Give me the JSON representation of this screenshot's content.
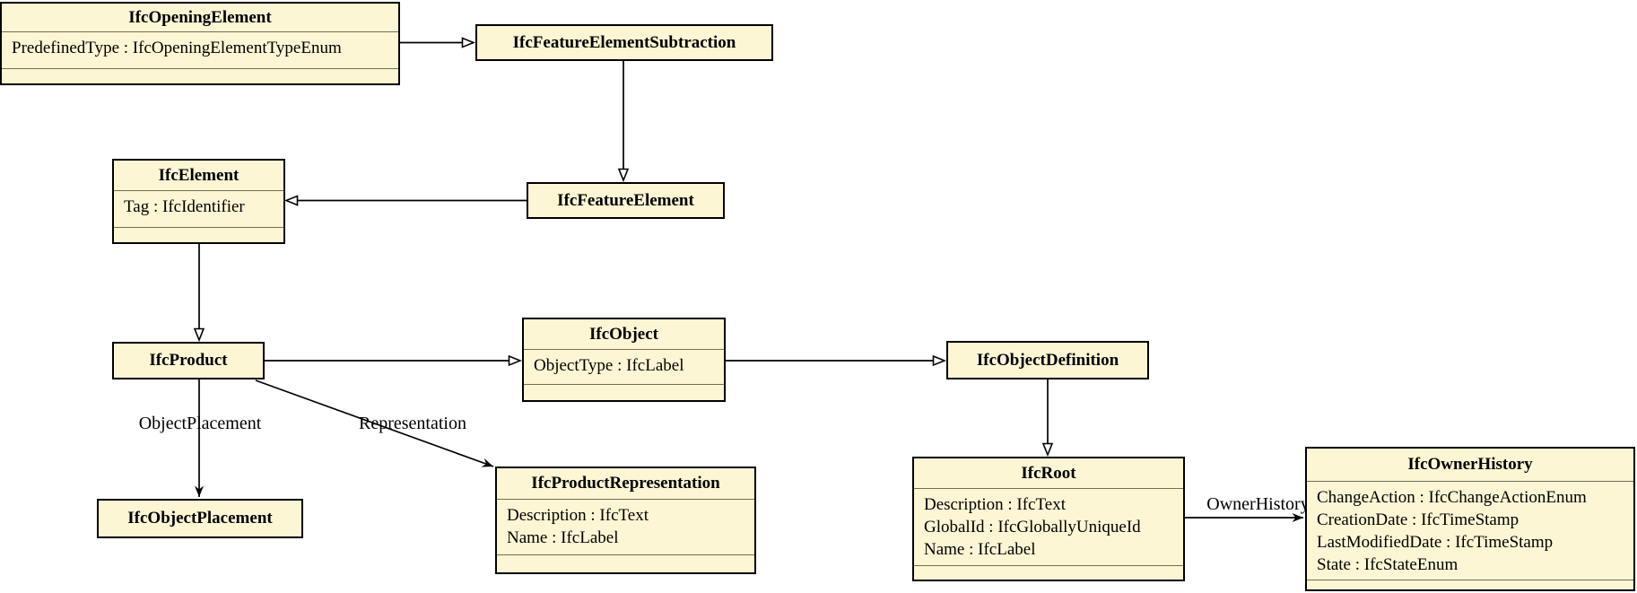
{
  "diagram": {
    "kind": "UML class diagram (IFC schema inheritance and associations)",
    "colors": {
      "node_fill": "#fcf6d4",
      "node_border": "#000000",
      "divider": "#6f6f55",
      "edge": "#000000",
      "background": "#ffffff"
    }
  },
  "nodes": {
    "opening_element": {
      "title": "IfcOpeningElement",
      "attributes": [
        "PredefinedType : IfcOpeningElementTypeEnum"
      ]
    },
    "feature_element_subtraction": {
      "title": "IfcFeatureElementSubtraction"
    },
    "element": {
      "title": "IfcElement",
      "attributes": [
        "Tag : IfcIdentifier"
      ]
    },
    "feature_element": {
      "title": "IfcFeatureElement"
    },
    "product": {
      "title": "IfcProduct"
    },
    "object": {
      "title": "IfcObject",
      "attributes": [
        "ObjectType : IfcLabel"
      ]
    },
    "object_definition": {
      "title": "IfcObjectDefinition"
    },
    "object_placement": {
      "title": "IfcObjectPlacement"
    },
    "product_representation": {
      "title": "IfcProductRepresentation",
      "attributes": [
        "Description : IfcText",
        "Name : IfcLabel"
      ]
    },
    "root": {
      "title": "IfcRoot",
      "attributes": [
        "Description : IfcText",
        "GlobalId : IfcGloballyUniqueId",
        "Name : IfcLabel"
      ]
    },
    "owner_history": {
      "title": "IfcOwnerHistory",
      "attributes": [
        "ChangeAction : IfcChangeActionEnum",
        "CreationDate : IfcTimeStamp",
        "LastModifiedDate : IfcTimeStamp",
        "State : IfcStateEnum"
      ]
    }
  },
  "edge_labels": {
    "object_placement": "ObjectPlacement",
    "representation": "Representation",
    "owner_history": "OwnerHistory"
  }
}
